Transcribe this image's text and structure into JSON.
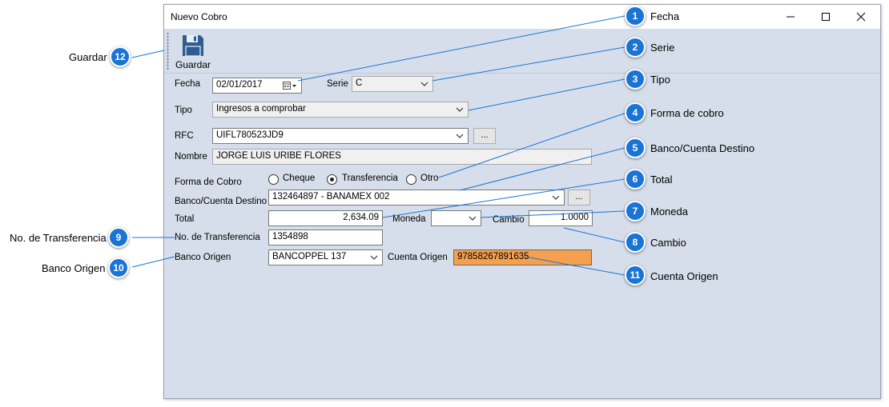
{
  "window": {
    "title": "Nuevo Cobro"
  },
  "toolbar": {
    "save_label": "Guardar"
  },
  "form": {
    "fecha_label": "Fecha",
    "fecha_value": "02/01/2017",
    "serie_label": "Serie",
    "serie_value": "C",
    "tipo_label": "Tipo",
    "tipo_value": "Ingresos a comprobar",
    "rfc_label": "RFC",
    "rfc_value": "UIFL780523JD9",
    "nombre_label": "Nombre",
    "nombre_value": "JORGE LUIS URIBE FLORES",
    "forma_label": "Forma de Cobro",
    "forma_options": [
      "Cheque",
      "Transferencia",
      "Otro"
    ],
    "forma_selected": "Transferencia",
    "banco_destino_label": "Banco/Cuenta Destino",
    "banco_destino_value": "132464897 - BANAMEX  002",
    "total_label": "Total",
    "total_value": "2,634.09",
    "moneda_label": "Moneda",
    "moneda_value": "",
    "cambio_label": "Cambio",
    "cambio_value": "1.0000",
    "transferencia_label": "No. de Transferencia",
    "transferencia_value": "1354898",
    "banco_origen_label": "Banco Origen",
    "banco_origen_value": "BANCOPPEL  137",
    "cuenta_origen_label": "Cuenta Origen",
    "cuenta_origen_value": "97858267891635",
    "ellipsis_label": "..."
  },
  "callouts": [
    {
      "num": "1",
      "text": "Fecha"
    },
    {
      "num": "2",
      "text": "Serie"
    },
    {
      "num": "3",
      "text": "Tipo"
    },
    {
      "num": "4",
      "text": "Forma de cobro"
    },
    {
      "num": "5",
      "text": "Banco/Cuenta Destino"
    },
    {
      "num": "6",
      "text": "Total"
    },
    {
      "num": "7",
      "text": "Moneda"
    },
    {
      "num": "8",
      "text": "Cambio"
    },
    {
      "num": "9",
      "text": "No. de Transferencia"
    },
    {
      "num": "10",
      "text": "Banco Origen"
    },
    {
      "num": "11",
      "text": "Cuenta Origen"
    },
    {
      "num": "12",
      "text": "Guardar"
    }
  ],
  "colors": {
    "callout": "#1a74d6",
    "window_bg": "#d5deea",
    "highlight_field": "#f4a04e",
    "leader_line": "#1a74d6"
  },
  "icons": {
    "save": "floppy-disk-icon",
    "minimize": "minimize-icon",
    "maximize": "maximize-icon",
    "close": "close-icon",
    "calendar": "calendar-icon",
    "dropdown": "chevron-down-icon"
  }
}
